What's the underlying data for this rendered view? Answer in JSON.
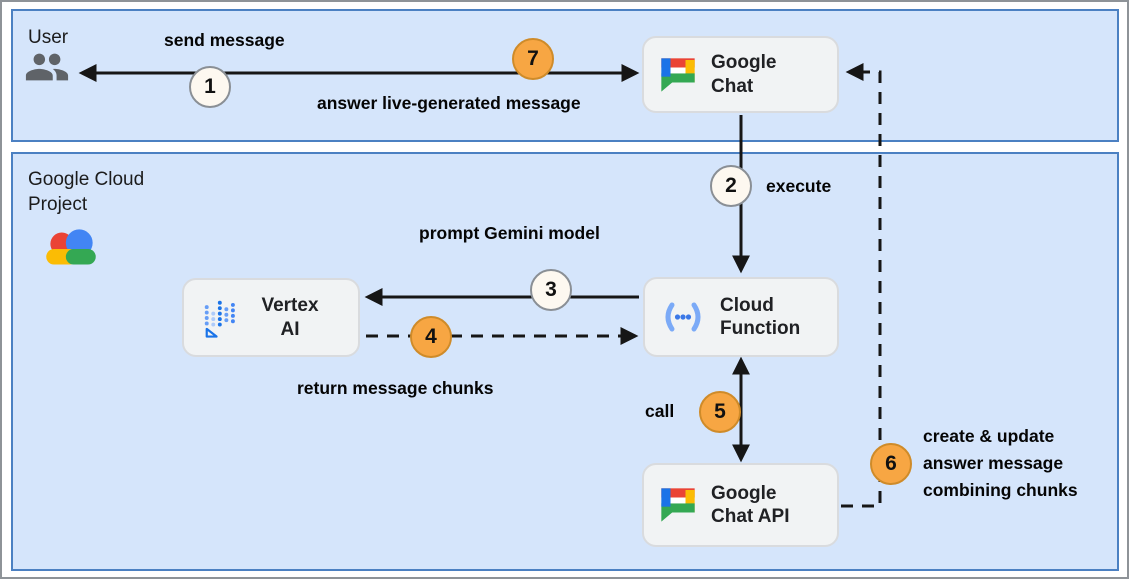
{
  "zones": {
    "user": {
      "label": "User",
      "icon": "people-icon"
    },
    "gcp": {
      "label": "Google Cloud Project",
      "icon": "google-cloud-logo"
    }
  },
  "nodes": {
    "google_chat": {
      "label": "Google Chat",
      "icon": "google-chat-logo"
    },
    "vertex_ai": {
      "label": "Vertex AI",
      "icon": "vertex-ai-logo"
    },
    "cloud_function": {
      "label": "Cloud Function",
      "icon": "cloud-functions-logo"
    },
    "google_chat_api": {
      "label": "Google Chat API",
      "icon": "google-chat-logo"
    }
  },
  "edges": {
    "send_message": {
      "label": "send message",
      "badge": "1",
      "badge_style": "white",
      "line": "solid",
      "arrows": "both",
      "from": "user",
      "to": "google_chat"
    },
    "execute": {
      "label": "execute",
      "badge": "2",
      "badge_style": "white",
      "line": "solid",
      "arrows": "end",
      "from": "google_chat",
      "to": "cloud_function"
    },
    "prompt": {
      "label": "prompt Gemini model",
      "badge": "3",
      "badge_style": "white",
      "line": "solid",
      "arrows": "end",
      "from": "cloud_function",
      "to": "vertex_ai"
    },
    "return_chunks": {
      "label": "return message chunks",
      "badge": "4",
      "badge_style": "orange",
      "line": "dashed",
      "arrows": "end",
      "from": "vertex_ai",
      "to": "cloud_function"
    },
    "call": {
      "label": "call",
      "badge": "5",
      "badge_style": "orange",
      "line": "solid",
      "arrows": "both",
      "from": "cloud_function",
      "to": "google_chat_api"
    },
    "create_update": {
      "label": "create & update answer message combining chunks",
      "badge": "6",
      "badge_style": "orange",
      "line": "dashed",
      "arrows": "end",
      "from": "google_chat_api",
      "to": "google_chat"
    },
    "answer": {
      "label": "answer live-generated message",
      "badge": "7",
      "badge_style": "orange",
      "line": "solid",
      "from": "google_chat",
      "to": "user"
    }
  },
  "colors": {
    "zone_fill": "#d5e5fb",
    "zone_border": "#4b80c2",
    "node_fill": "#f1f3f4",
    "node_border": "#d9dbde",
    "badge_orange": "#f7a643",
    "badge_white": "#fdf8f0",
    "arrow": "#161616",
    "google_blue": "#4285f4",
    "google_red": "#ea4335",
    "google_yellow": "#fbbc04",
    "google_green": "#34a853"
  }
}
